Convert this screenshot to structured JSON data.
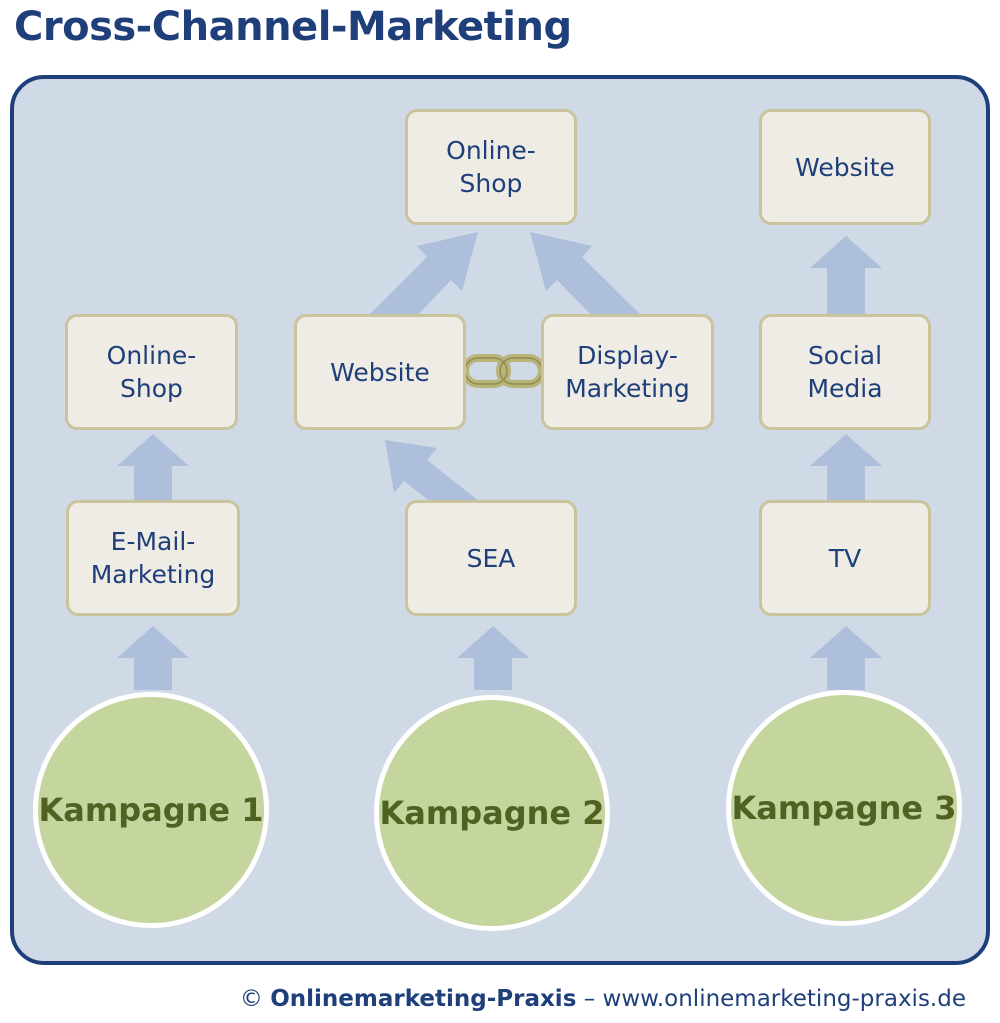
{
  "title": "Cross-Channel-Marketing",
  "boxes": {
    "onlineshop_center": "Online-\nShop",
    "website_right_top": "Website",
    "onlineshop_left": "Online-\nShop",
    "website_center": "Website",
    "display_marketing": "Display-\nMarketing",
    "social_media": "Social\nMedia",
    "email_marketing": "E-Mail-\nMarketing",
    "sea": "SEA",
    "tv": "TV"
  },
  "campaigns": [
    "Kampagne 1",
    "Kampagne 2",
    "Kampagne 3"
  ],
  "footer": {
    "copyright": "©",
    "brand": "Onlinemarketing-Praxis",
    "separator": "–",
    "url": "www.onlinemarketing-praxis.de"
  },
  "colors": {
    "title": "#1f3f7a",
    "panel_bg": "#d0d9e6",
    "arrow": "#aebfdb",
    "box_bg": "#eeece4",
    "box_border": "#c9c49b",
    "circle_bg": "#c4d59e",
    "circle_text": "#4f6222",
    "chain": "#b8b47a"
  }
}
